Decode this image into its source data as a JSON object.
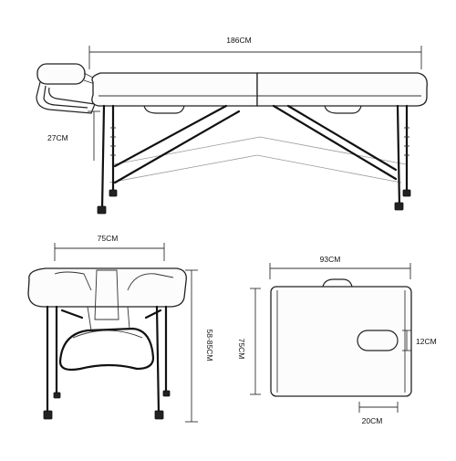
{
  "dimensions": {
    "length": "186CM",
    "head_drop": "27CM",
    "width": "75CM",
    "height": "58-85CM",
    "folded_length": "93CM",
    "folded_width": "75CM",
    "face_hole_height": "12CM",
    "face_hole_width": "20CM"
  }
}
